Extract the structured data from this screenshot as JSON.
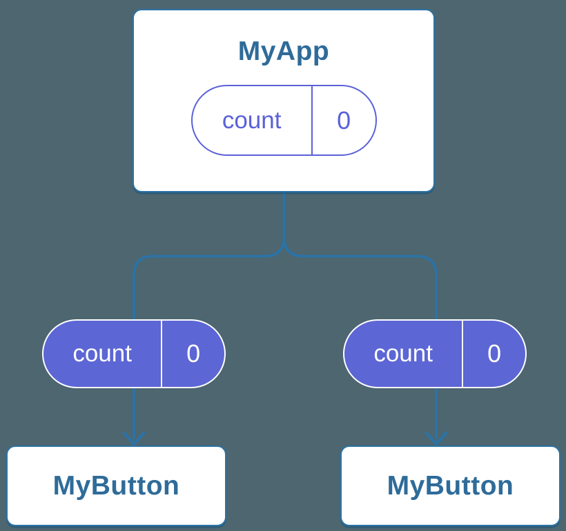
{
  "colors": {
    "background": "#4d6670",
    "connector_blue": "#2b73a6",
    "node_text_blue": "#2e6b99",
    "node_background": "#ffffff",
    "state_pill_fill_purple": "#5c66d4",
    "state_pill_outline_purple": "#5a61d8",
    "state_pill_text_on_purple": "#ffffff"
  },
  "tree": {
    "parent": {
      "title": "MyApp",
      "state": {
        "name": "count",
        "value": "0"
      }
    },
    "children": [
      {
        "title": "MyButton",
        "passed_state": {
          "name": "count",
          "value": "0"
        }
      },
      {
        "title": "MyButton",
        "passed_state": {
          "name": "count",
          "value": "0"
        }
      }
    ]
  }
}
